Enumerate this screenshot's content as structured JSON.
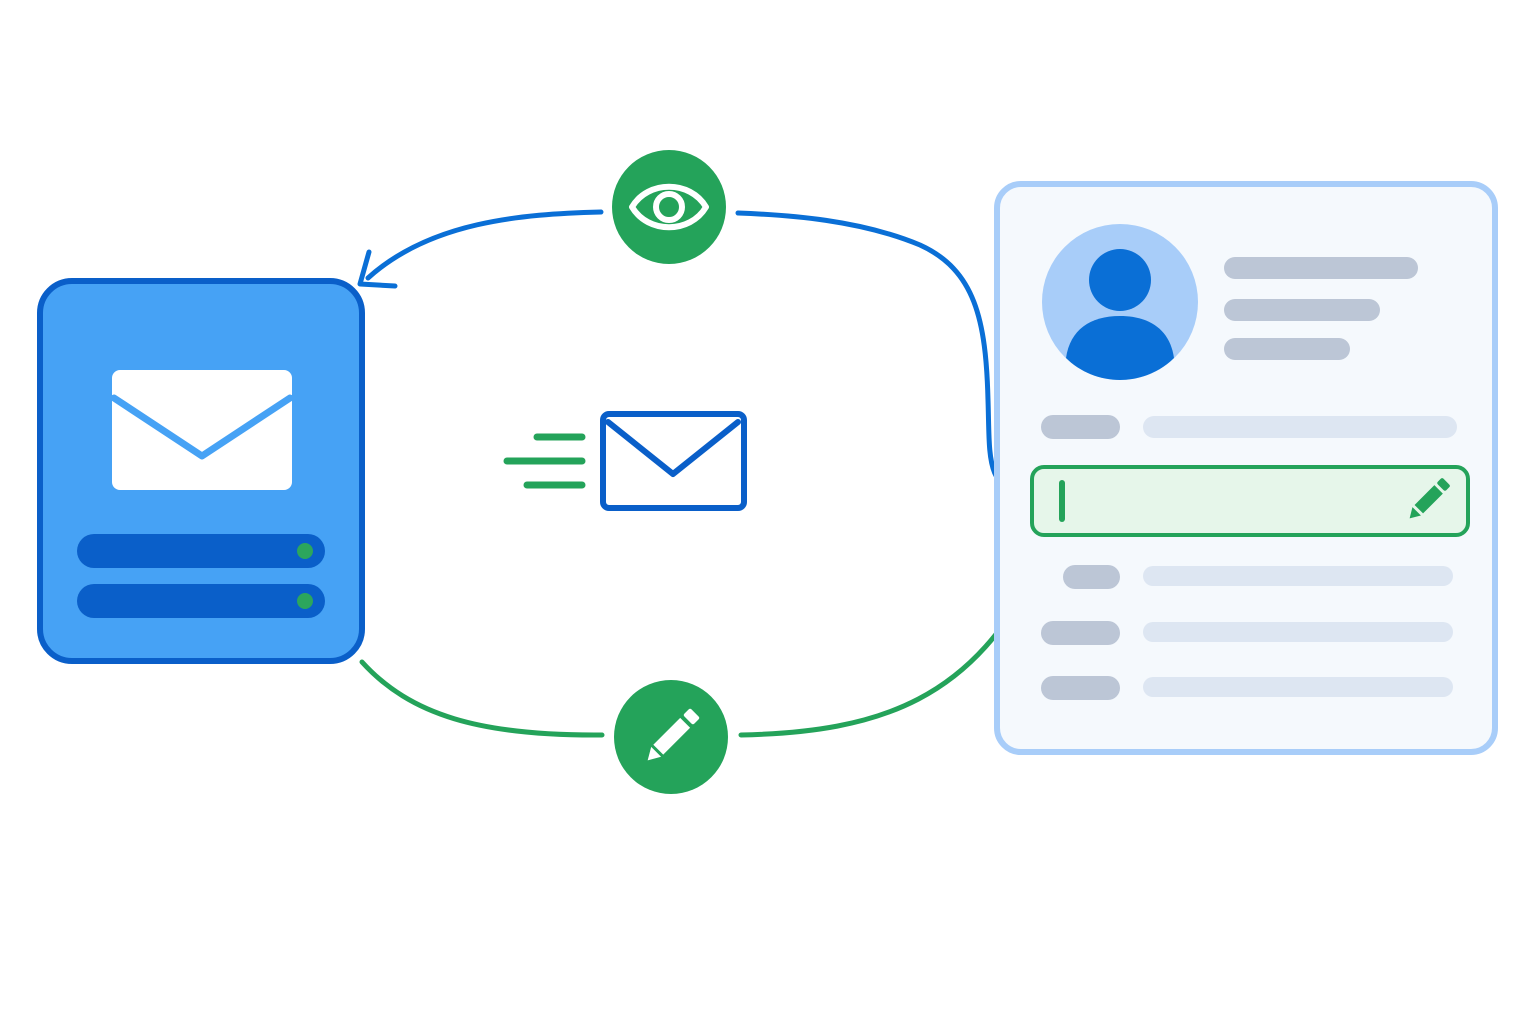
{
  "diagram": {
    "nodes": [
      {
        "id": "mail-app-card",
        "icon": "mail-icon",
        "rows": 2,
        "row_status_color": "#2ca65c"
      },
      {
        "id": "read-badge",
        "icon": "eye-icon"
      },
      {
        "id": "sending-mail",
        "icon": "mail-icon",
        "motion": "speed-lines"
      },
      {
        "id": "write-badge",
        "icon": "pencil-icon"
      },
      {
        "id": "contact-record-card",
        "icon": "avatar-icon",
        "header_lines": 3,
        "field_rows": 5,
        "active_field_index": 1,
        "active_field_icon": "pencil-icon"
      }
    ],
    "edges": [
      {
        "from": "contact-record-card",
        "to": "mail-app-card",
        "via": "read-badge",
        "color": "#0a6fd6",
        "arrow": "mail-app-card"
      },
      {
        "from": "mail-app-card",
        "to": "contact-record-card",
        "via": "write-badge",
        "color": "#24a35a",
        "arrow": "contact-record-card"
      }
    ]
  },
  "colors": {
    "blue_dark": "#0a5fc9",
    "blue_mid": "#46a2f5",
    "blue_light": "#a8cdf9",
    "blue_card_bg": "#f5f9fd",
    "green": "#24a35a",
    "green_light": "#e6f6ea",
    "gray_bar": "#bcc6d6",
    "gray_bar_light": "#dde6f2"
  }
}
